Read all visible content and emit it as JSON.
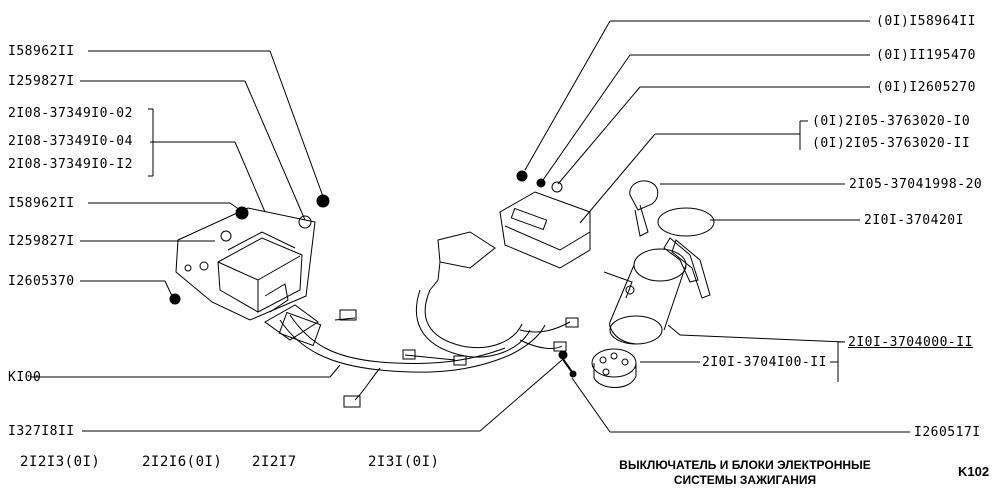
{
  "left_labels": [
    "I58962II",
    "I259827I",
    "2I08-37349I0-02",
    "2I08-37349I0-04",
    "2I08-37349I0-I2",
    "I58962II",
    "I259827I",
    "I2605370",
    "KI00",
    "I327I8II"
  ],
  "right_labels": [
    "(0I)I58964II",
    "(0I)II195470",
    "(0I)I2605270",
    "(0I)2I05-3763020-I0",
    "(0I)2I05-3763020-II",
    "2I05-37041998-20",
    "2I0I-370420I",
    "2I0I-3704000-II",
    "2I0I-3704I00-II",
    "I260517I"
  ],
  "model_codes": [
    "2I2I3(0I)",
    "2I2I6(0I)",
    "2I2I7",
    "2I3I(0I)"
  ],
  "title_line1": "ВЫКЛЮЧАТЕЛЬ И БЛОКИ ЭЛЕКТРОННЫЕ",
  "title_line2": "СИСТЕМЫ ЗАЖИГАНИЯ",
  "page_code": "K102",
  "colors": {
    "ink": "#000000",
    "background": "#ffffff"
  }
}
